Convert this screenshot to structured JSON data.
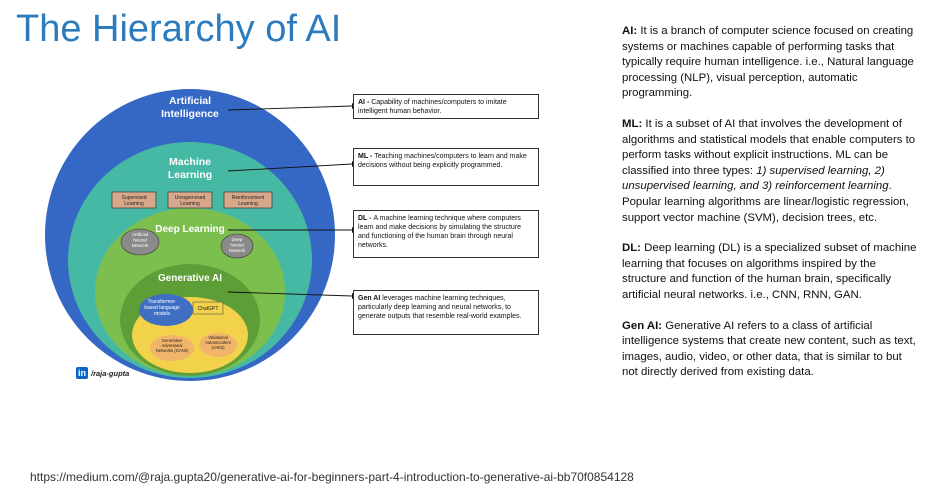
{
  "title": "The Hierarchy of AI",
  "diagram": {
    "layers": {
      "ai": "Artificial\nIntelligence",
      "ml": "Machine\nLearning",
      "dl": "Deep Learning",
      "genai": "Generative AI"
    },
    "ml_boxes": [
      "Supervised\nLearning",
      "Unsupervised\nLearning",
      "Reinforcement\nLearning"
    ],
    "dl_ovals": [
      "Artificial\nNeural\nNetwork",
      "Deep\nNeural\nNetwork"
    ],
    "genai_items": {
      "transformer": "Transformer-\nbased language\nmodels",
      "chatgpt": "ChatGPT",
      "gan": "Generative\nAdversarial\nNetworks (GANs)",
      "vae": "Variational\nAutoencoders\n(VAEs)"
    },
    "callouts": {
      "ai": {
        "term": "AI - ",
        "text": "Capability of machines/computers to imitate intelligent human behavior."
      },
      "ml": {
        "term": "ML - ",
        "text": "Teaching machines/computers to learn and make decisions without being explicitly programmed."
      },
      "dl": {
        "term": "DL - ",
        "text": "A machine learning technique where computers learn and make decisions by simulating the structure and functioning of the human brain through neural networks."
      },
      "genai": {
        "term": "Gen AI ",
        "text": "leverages machine learning techniques, particularly deep learning and neural networks, to generate outputs that resemble real-world examples."
      }
    },
    "linkedin": {
      "icon": "in",
      "handle": "/raja-gupta"
    },
    "colors": {
      "ai": "#3567c4",
      "ml": "#46b9a5",
      "dl": "#6db04d",
      "genai": "#67a93c",
      "genai_inner": "#f2d24b",
      "transformer": "#3f6fc2",
      "gan_vae": "#f0b46a",
      "ml_box": "#d8a88a"
    }
  },
  "definitions": {
    "ai": {
      "term": "AI:",
      "text": " It is a branch of computer science focused on creating systems or machines capable of performing tasks that typically require human intelligence. i.e., Natural language processing (NLP), visual perception, automatic programming."
    },
    "ml": {
      "term": "ML:",
      "text": "  It is a subset of AI that involves the development of algorithms and statistical models that enable computers to perform tasks without explicit instructions.  ML can be classified into three types: ",
      "italic": "1) supervised learning, 2) unsupervised learning, and 3) reinforcement learning",
      "text2": ". Popular learning algorithms are linear/logistic regression, support vector machine (SVM), decision trees, etc."
    },
    "dl": {
      "term": "DL:",
      "text": " Deep learning (DL) is a specialized subset of machine learning that focuses on algorithms inspired by the structure and function of the human brain, specifically artificial neural networks. i.e., CNN, RNN, GAN."
    },
    "genai": {
      "term": "Gen AI:",
      "text": " Generative AI refers to a class of artificial intelligence systems that create new content, such as text, images, audio, video, or other data, that is similar to but not directly derived from existing data."
    }
  },
  "source_url": "https://medium.com/@raja.gupta20/generative-ai-for-beginners-part-4-introduction-to-generative-ai-bb70f0854128"
}
